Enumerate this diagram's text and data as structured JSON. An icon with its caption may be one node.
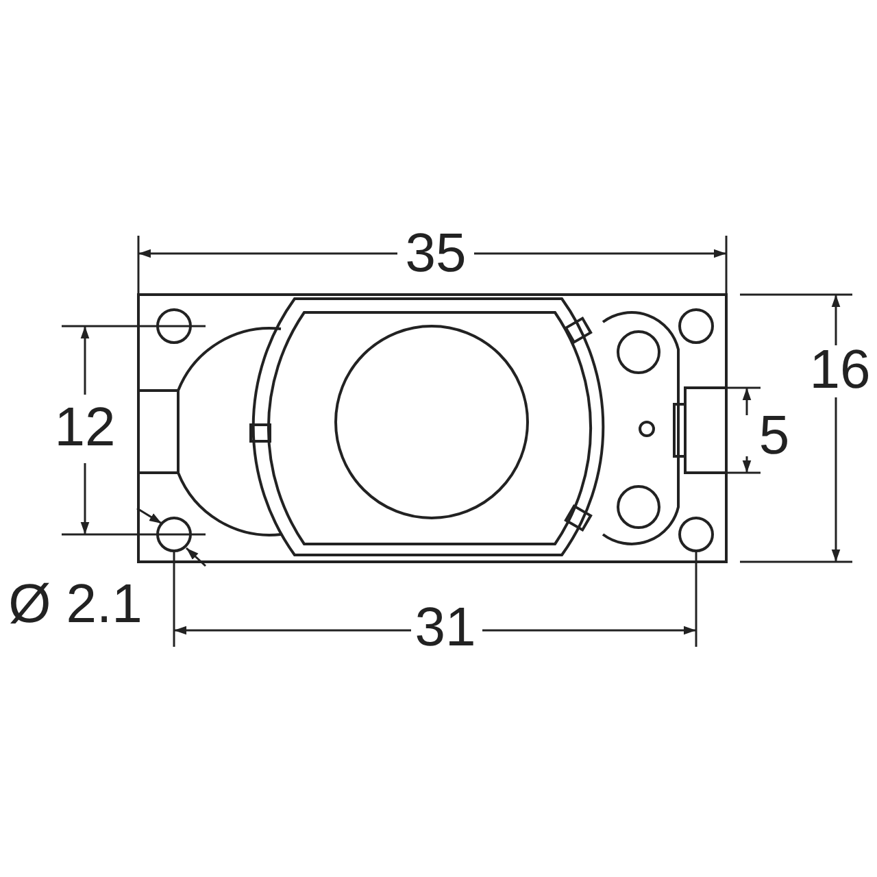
{
  "diagram": {
    "labels": [
      "35",
      "16",
      "12",
      "5",
      "Ø 2.1",
      "31"
    ]
  }
}
